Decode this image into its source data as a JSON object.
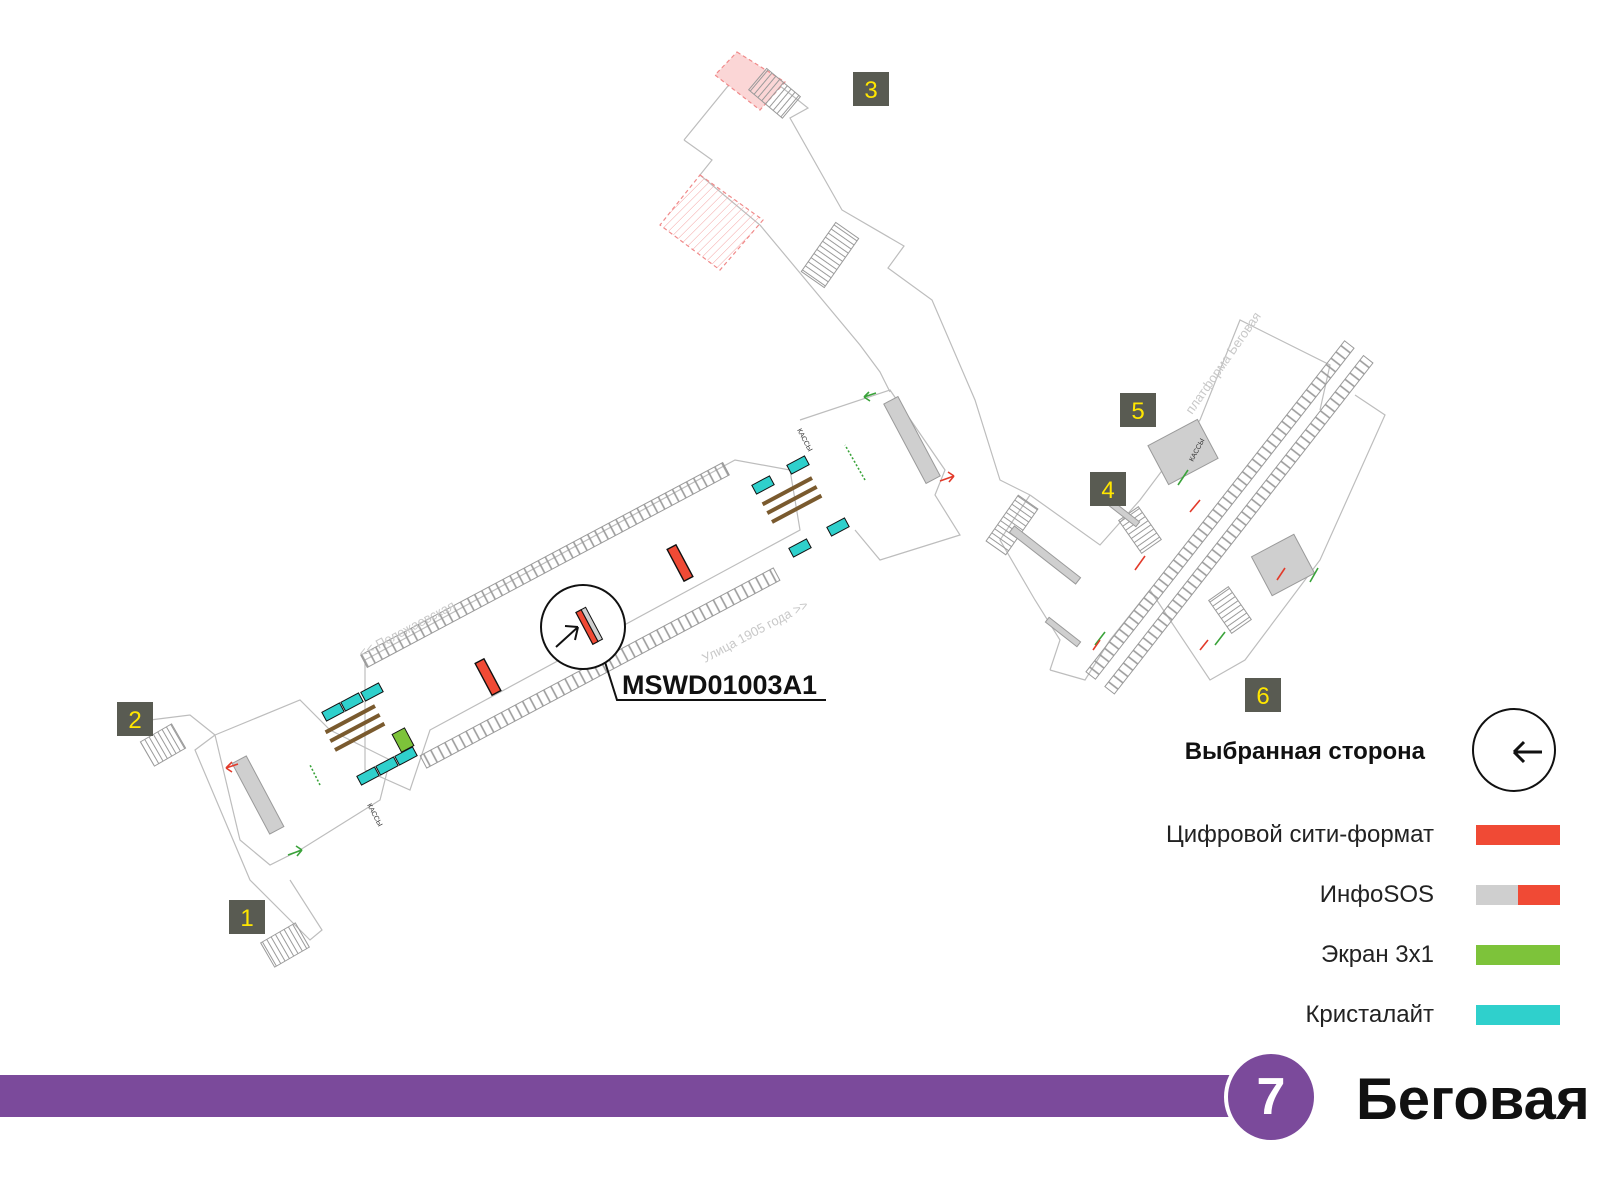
{
  "map": {
    "exits": [
      "1",
      "2",
      "3",
      "4",
      "5",
      "6"
    ],
    "street_labels": [
      "<< Полежаевская",
      "Улица 1905 года >>",
      "платформа Беговая"
    ],
    "kiosk_label": "КАССЫ",
    "selected_code": "MSWD01003A1"
  },
  "legend": {
    "selected_side_label": "Выбранная сторона",
    "items": [
      {
        "label": "Цифровой сити-формат",
        "colors": [
          "#f04a35",
          "#f04a35"
        ]
      },
      {
        "label": "ИнфоSOS",
        "colors": [
          "#cfcfcf",
          "#f04a35"
        ]
      },
      {
        "label": "Экран 3x1",
        "colors": [
          "#7dc33a",
          "#7dc33a"
        ]
      },
      {
        "label": "Кристалайт",
        "colors": [
          "#2fd0cc",
          "#2fd0cc"
        ]
      }
    ]
  },
  "line": {
    "number": "7",
    "color": "#7b4a9b"
  },
  "station": {
    "name": "Беговая"
  },
  "colors": {
    "exit_badge": "#595b52",
    "exit_number": "#ffe600",
    "digital_city": "#f04a35",
    "screen": "#7dc33a",
    "crystalite": "#2fd0cc",
    "escalator": "#7a5a2e",
    "arrow_green": "#3aa33a",
    "arrow_red": "#e23a2a"
  }
}
